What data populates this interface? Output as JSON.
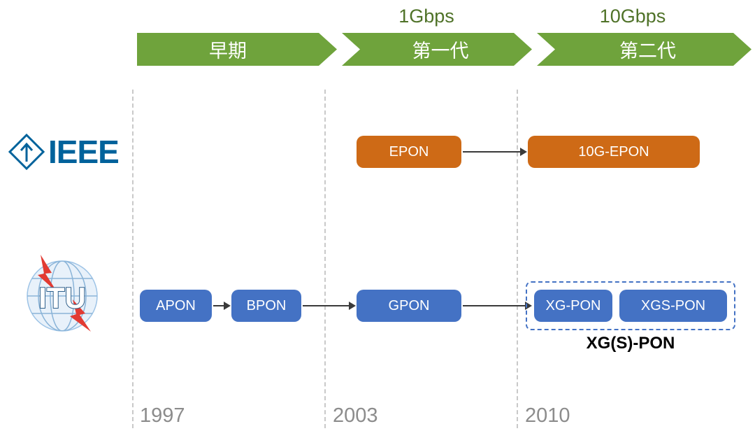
{
  "timeline": {
    "segments": [
      {
        "label": "早期"
      },
      {
        "label": "第一代",
        "speed": "1Gbps"
      },
      {
        "label": "第二代",
        "speed": "10Gbps"
      }
    ],
    "colors": {
      "bar_green": "#6FA33C",
      "speed_text_green": "#4F7228"
    }
  },
  "organizations": [
    {
      "name": "IEEE"
    },
    {
      "name": "ITU"
    }
  ],
  "ieee_row": {
    "color": "#CE6A16",
    "nodes": [
      {
        "label": "EPON"
      },
      {
        "label": "10G-EPON"
      }
    ]
  },
  "itu_row": {
    "color": "#4472C4",
    "nodes": [
      {
        "label": "APON"
      },
      {
        "label": "BPON"
      },
      {
        "label": "GPON"
      },
      {
        "label": "XG-PON"
      },
      {
        "label": "XGS-PON"
      }
    ],
    "group_label": "XG(S)-PON"
  },
  "years": [
    "1997",
    "2003",
    "2010"
  ],
  "misc_colors": {
    "divider_gray": "#C9C9C9",
    "year_gray": "#8C8C8C",
    "arrow_dark": "#3A3A3A",
    "ieee_blue": "#00629B"
  }
}
